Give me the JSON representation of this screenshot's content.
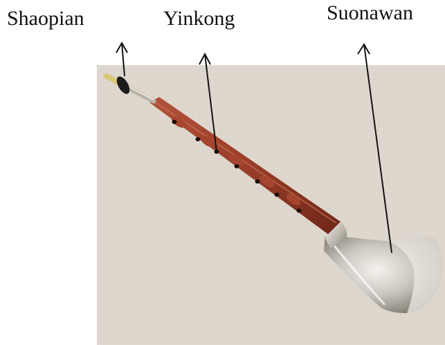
{
  "labels": {
    "shaopian": "Shaopian",
    "yinkong": "Yinkong",
    "suonawan": "Suonawan"
  },
  "colors": {
    "linen": "#ddd6cc",
    "wood": "#9a3d28",
    "metal": "#c9c7c0",
    "arrow": "#111111"
  }
}
